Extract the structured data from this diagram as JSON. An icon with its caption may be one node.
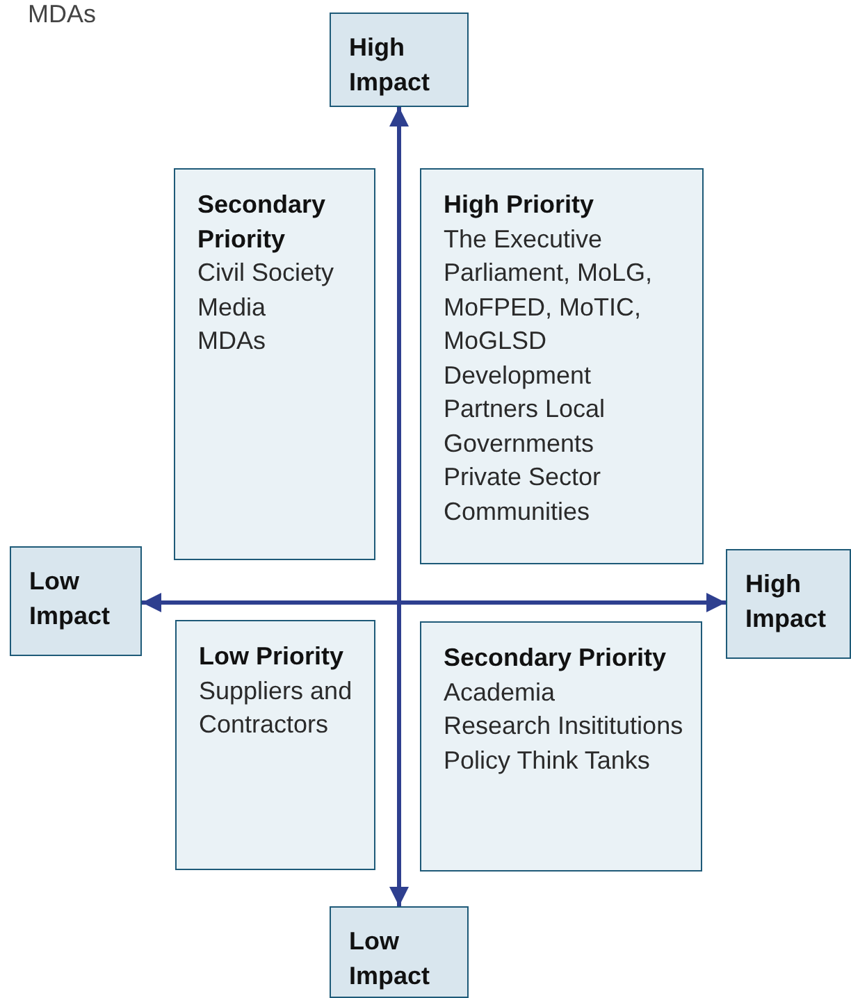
{
  "diagram": {
    "nodes": [
      {
        "text": [
          "High Impact"
        ]
      },
      {
        "text": [
          "Secondary Priority",
          "Civil Society",
          "Media",
          "MDAs"
        ]
      },
      {
        "text": [
          "High Priority",
          "The Executive",
          "Parliament, MoLG, MoFPED, MoTIC, MoGLSD",
          "Development Partners Local Governments",
          "Private Sector",
          "Communities"
        ]
      },
      {
        "text": [
          "Low Impact"
        ]
      },
      {
        "text": [
          "High Impact"
        ]
      },
      {
        "text": [
          "Low Priority",
          "Suppliers and Contractors"
        ]
      },
      {
        "text": [
          "Secondary Priority",
          "Academia",
          "Research Insititutions",
          "Policy Think Tanks"
        ]
      },
      {
        "text": [
          "Low Impact"
        ]
      }
    ],
    "edges": [
      {
        "from": 3,
        "to": 4,
        "arrow": "both"
      },
      {
        "from": 7,
        "to": 0,
        "arrow": "both"
      }
    ],
    "labels": [
      "MDAs"
    ]
  }
}
